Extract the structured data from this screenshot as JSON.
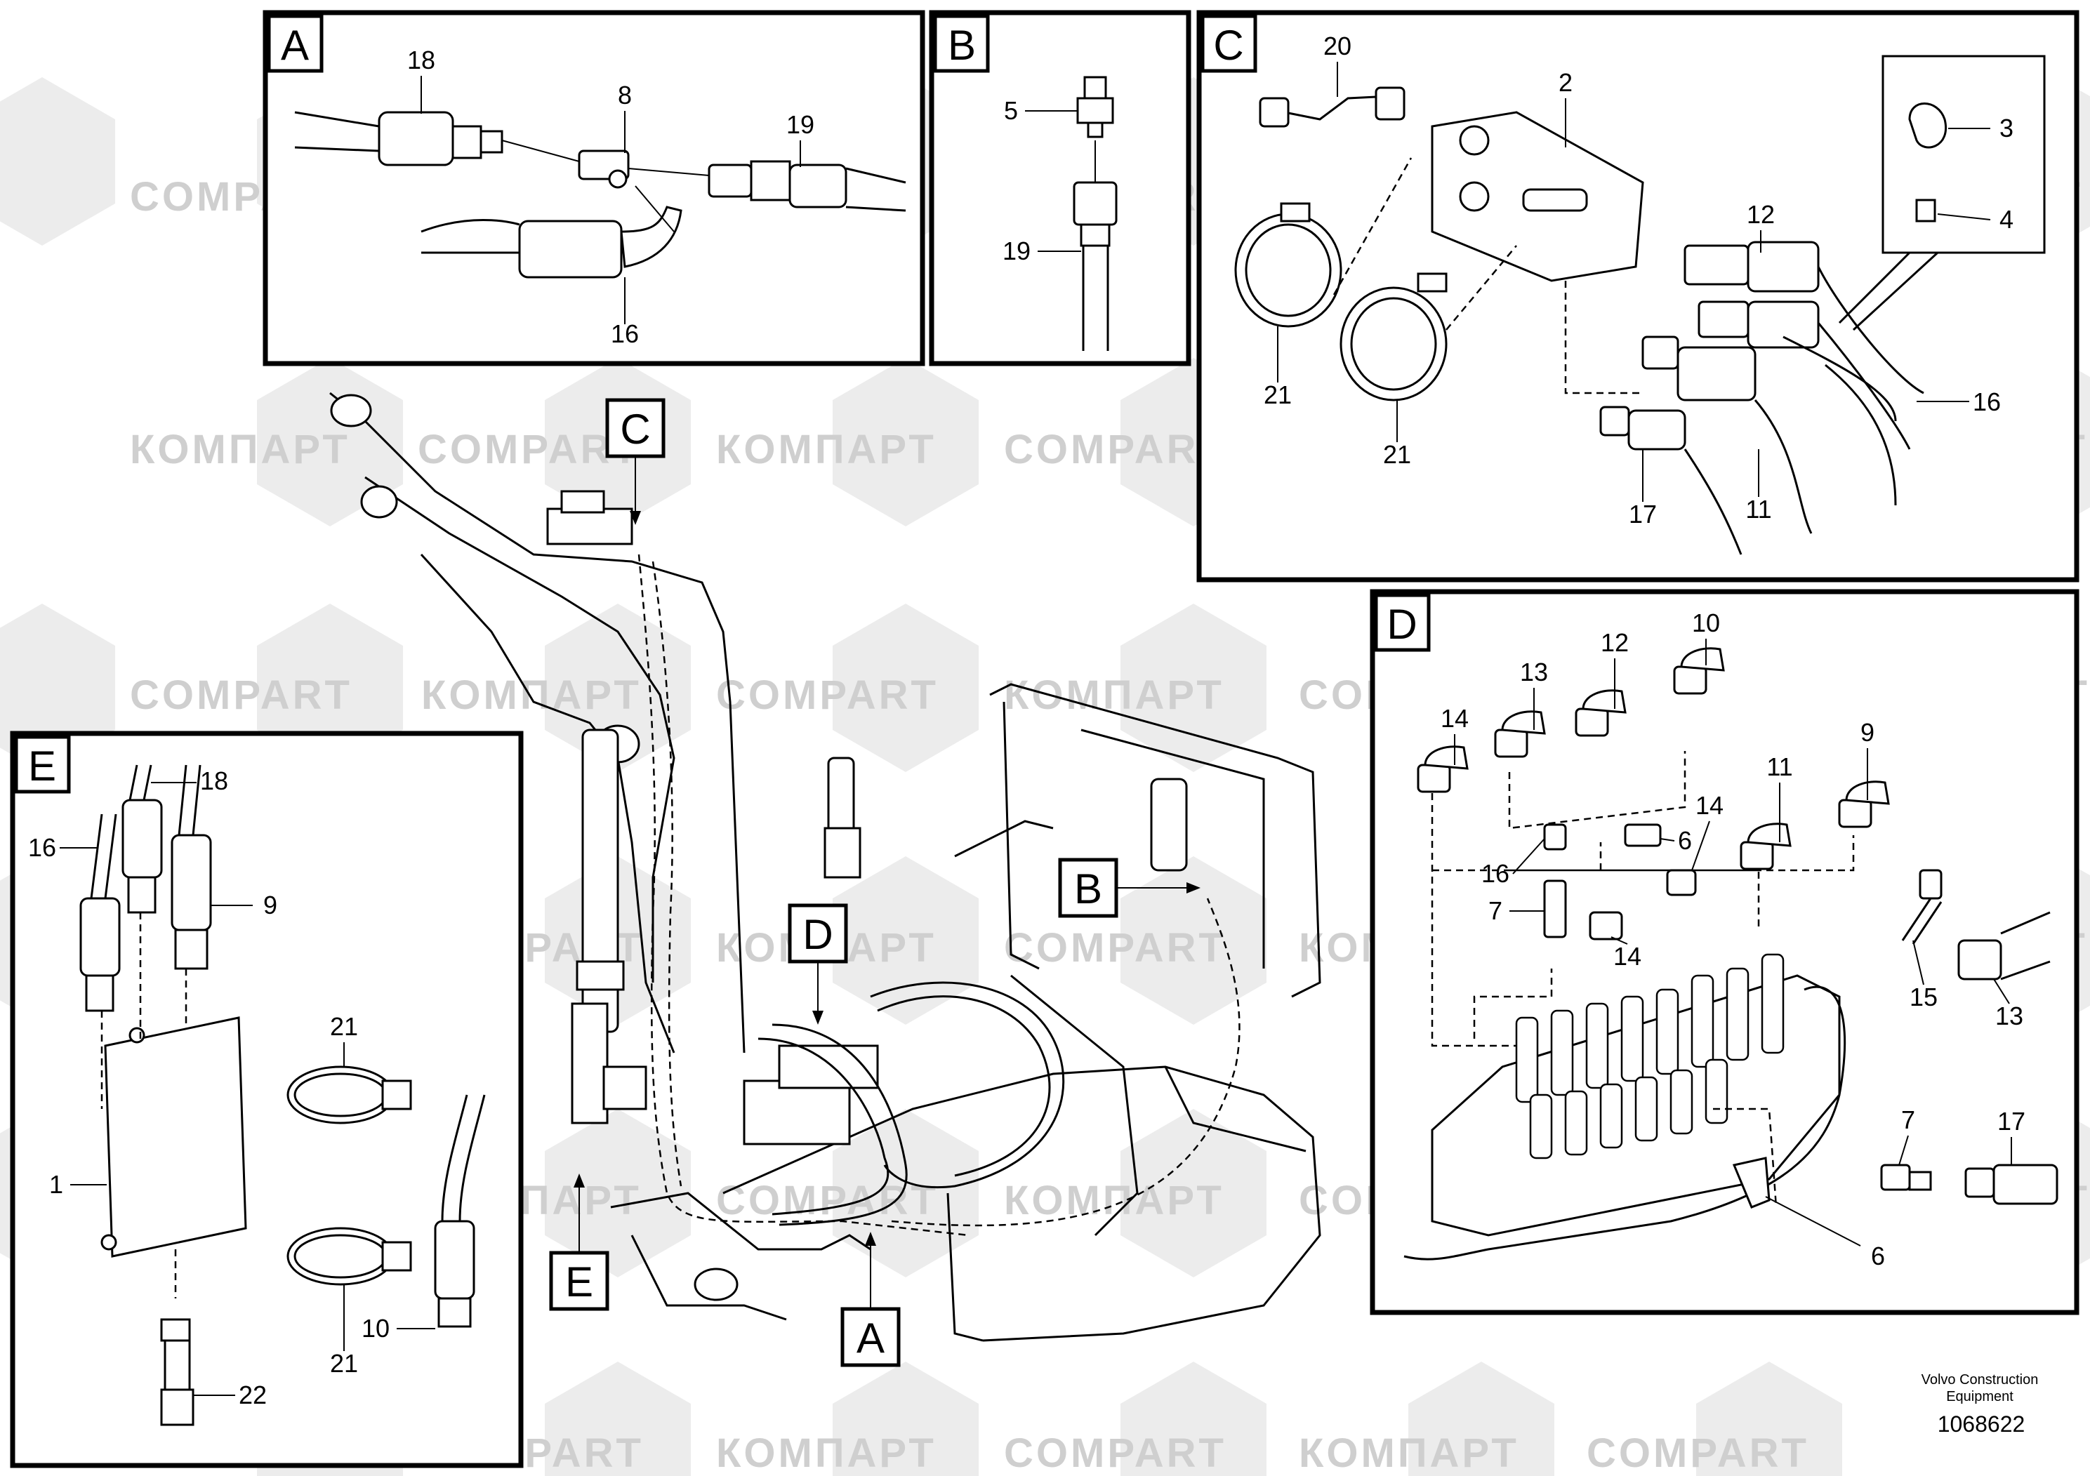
{
  "watermark": {
    "text_cyr": "КОМПАРТ",
    "text_lat": "COMPART"
  },
  "panels": {
    "A": {
      "tag": "A",
      "labels": [
        "18",
        "8",
        "19",
        "16"
      ]
    },
    "B": {
      "tag": "B",
      "labels": [
        "5",
        "19"
      ]
    },
    "C": {
      "tag": "C",
      "labels": [
        "20",
        "2",
        "3",
        "4",
        "12",
        "16",
        "21",
        "21",
        "11",
        "17"
      ]
    },
    "D": {
      "tag": "D",
      "labels": [
        "10",
        "12",
        "13",
        "14",
        "9",
        "11",
        "14",
        "6",
        "16",
        "7",
        "14",
        "15",
        "13",
        "7",
        "17",
        "6"
      ]
    },
    "E": {
      "tag": "E",
      "labels": [
        "18",
        "16",
        "9",
        "21",
        "1",
        "21",
        "10",
        "22"
      ]
    }
  },
  "main_callouts": [
    "C",
    "D",
    "B",
    "E",
    "A"
  ],
  "footer": {
    "company_line1": "Volvo Construction",
    "company_line2": "Equipment",
    "drawing_number": "1068622"
  }
}
